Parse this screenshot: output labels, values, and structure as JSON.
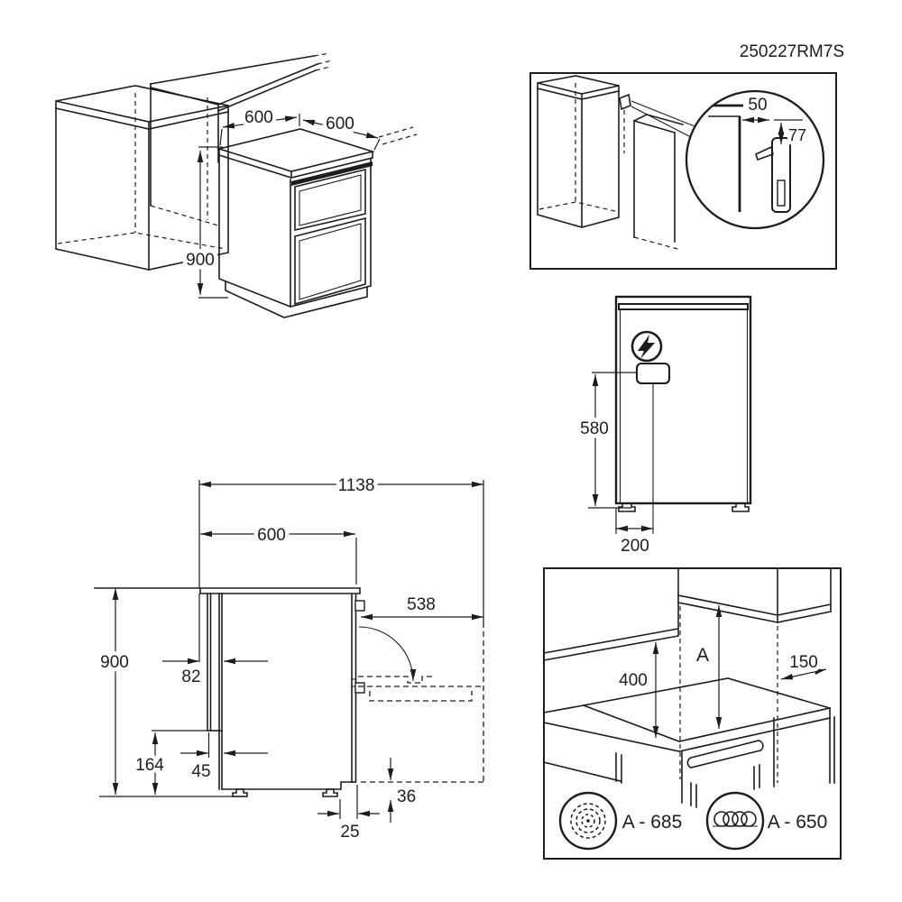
{
  "sheet": {
    "model_number": "250227RM7S",
    "line_color": "#1d1d1d",
    "background_color": "#ffffff"
  },
  "isometric_view": {
    "description": "cooker-between-kitchen-cabinets-overview",
    "dim_width_mm": "600",
    "dim_depth_mm": "600",
    "dim_height_mm": "900"
  },
  "bracket_detail": {
    "description": "anti-tip-bracket-magnified-detail",
    "dim_bracket_offset_mm": "50",
    "dim_bracket_height_mm": "77"
  },
  "rear_view": {
    "description": "rear-view-electrical-connection",
    "electric_icon": "lightning-bolt-icon",
    "dim_terminal_height_mm": "580",
    "dim_terminal_offset_mm": "200"
  },
  "side_view": {
    "description": "side-section-door-open",
    "dim_depth_door_open_mm": "1138",
    "dim_depth_mm": "600",
    "dim_door_projection_mm": "538",
    "dim_height_mm": "900",
    "dim_rear_gap_top_mm": "82",
    "dim_lower_rear_zone_mm": "164",
    "dim_rear_gap_bottom_mm": "45",
    "dim_door_floor_gap_mm": "36",
    "dim_foot_inset_mm": "25"
  },
  "clearance_view": {
    "description": "minimum-clearances-above-hob",
    "dim_shelf_clearance_mm": "400",
    "clearance_symbol": "A",
    "dim_side_clearance_mm": "150",
    "hood_clearance": {
      "icon": "cooker-hood-fan-icon",
      "label": "A - 685"
    },
    "cupboard_clearance": {
      "icon": "heating-element-coil-icon",
      "label": "A - 650"
    }
  }
}
